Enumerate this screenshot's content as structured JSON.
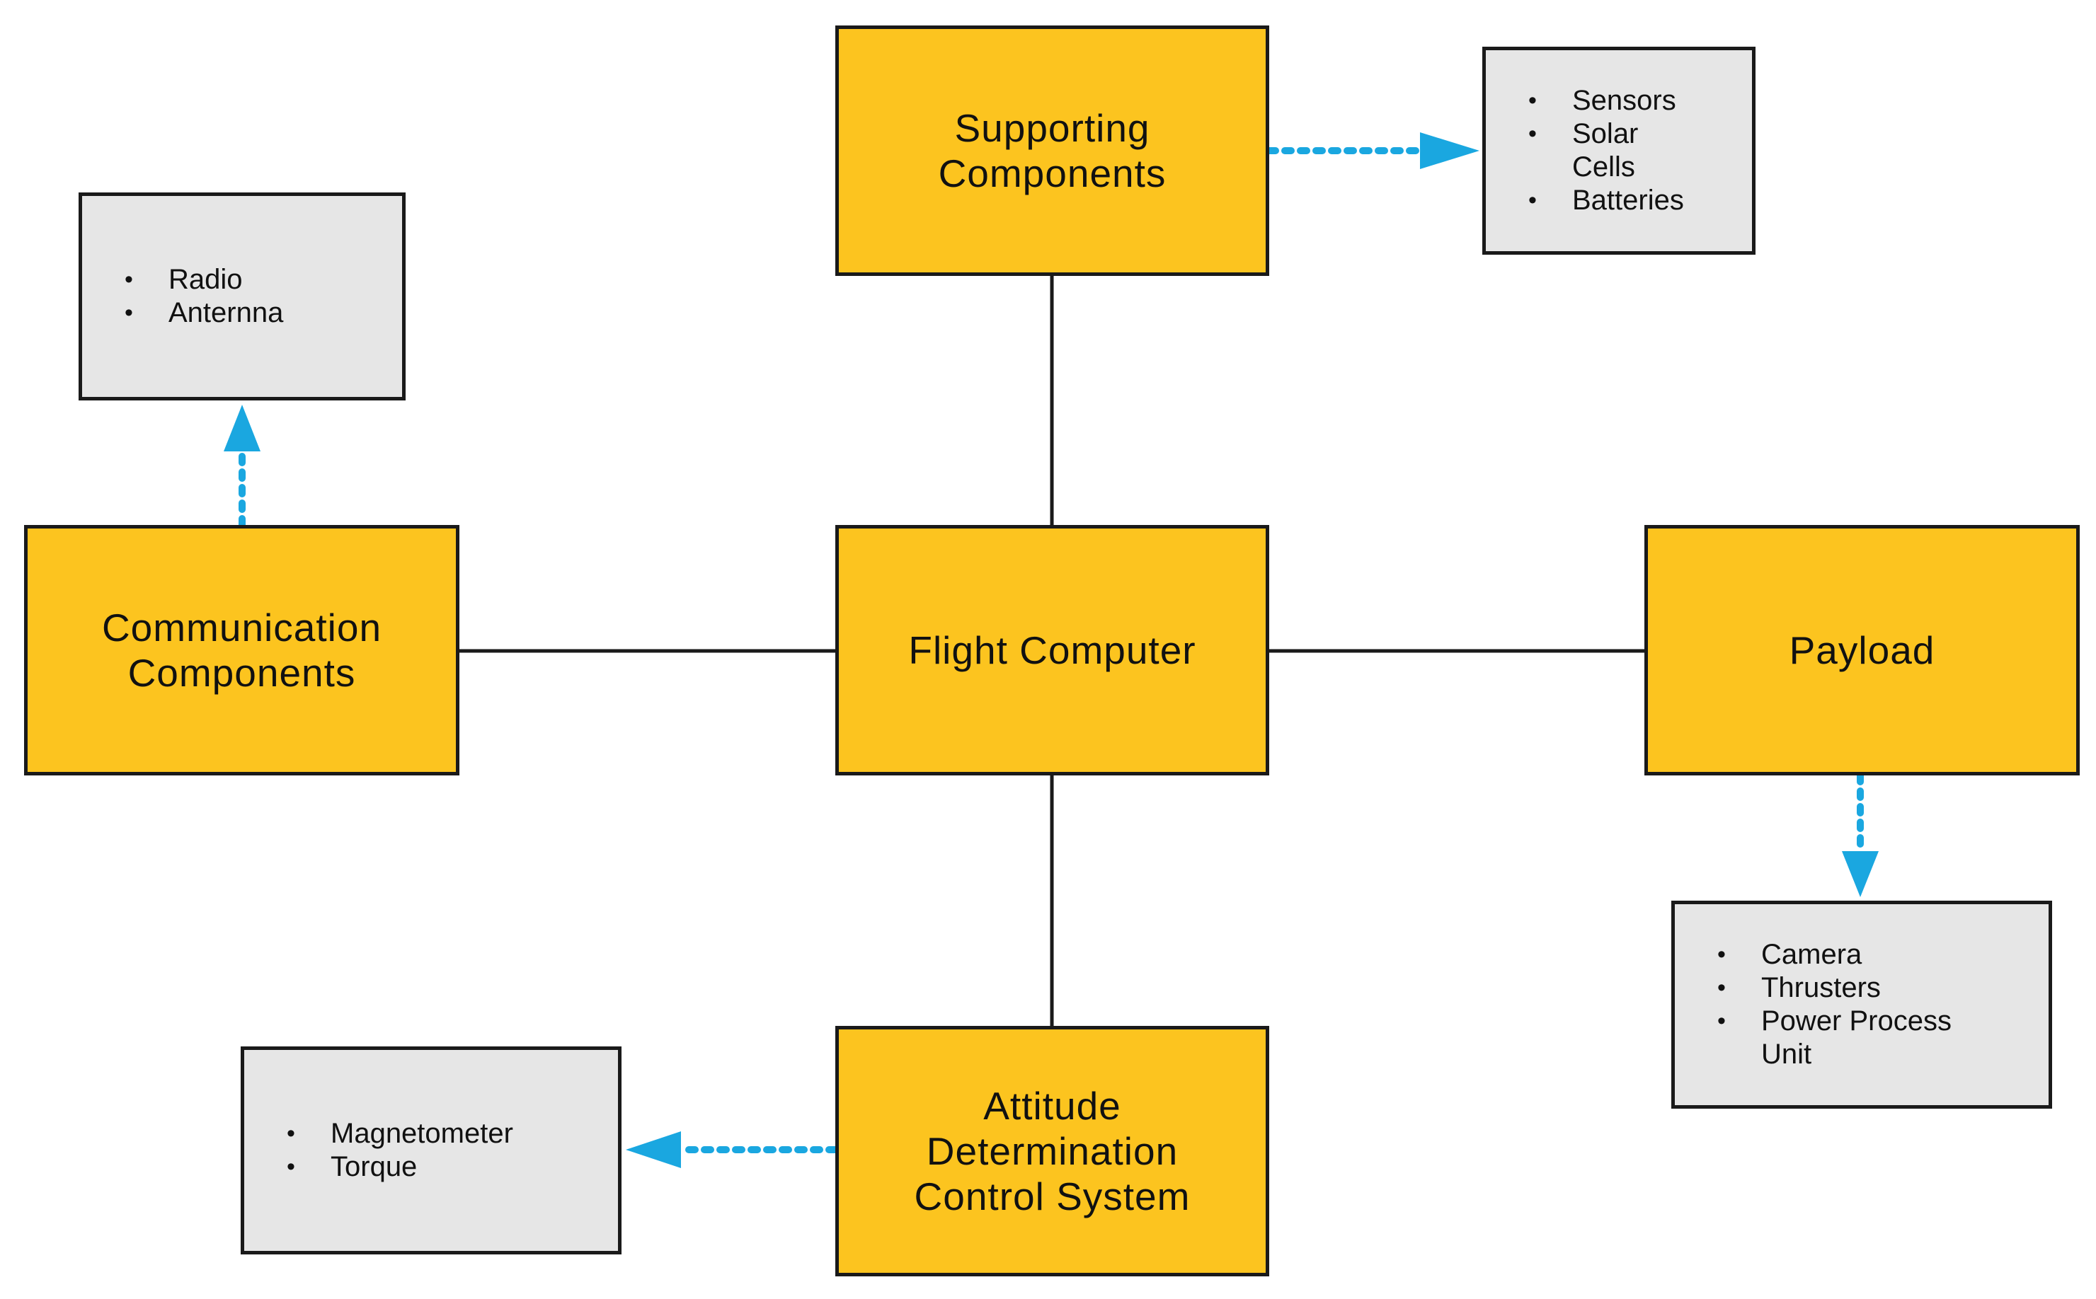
{
  "colors": {
    "main_fill": "#fcc41f",
    "detail_fill": "#e6e6e6",
    "border": "#1a1a1a",
    "arrow": "#1aa7e0"
  },
  "nodes": {
    "supporting": {
      "label": "Supporting\nComponents"
    },
    "flight": {
      "label": "Flight Computer"
    },
    "communication": {
      "label": "Communication\nComponents"
    },
    "payload": {
      "label": "Payload"
    },
    "adcs": {
      "label": "Attitude\nDetermination\nControl System"
    }
  },
  "details": {
    "supporting": [
      "Sensors",
      "Solar\nCells",
      "Batteries"
    ],
    "communication": [
      "Radio",
      "Anternna"
    ],
    "payload": [
      "Camera",
      "Thrusters",
      "Power Process\nUnit"
    ],
    "adcs": [
      "Magnetometer",
      "Torque"
    ]
  },
  "bullet_glyph": "•"
}
